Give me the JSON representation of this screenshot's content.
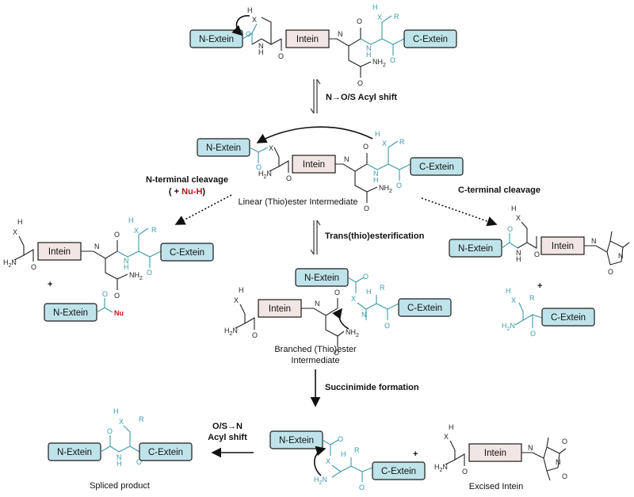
{
  "labels": {
    "n_extein": "N-Extein",
    "c_extein": "C-Extein",
    "intein": "Intein",
    "acyl_shift": "N→O/S Acyl shift",
    "linear_intermediate": "Linear (Thio)ester Intermediate",
    "n_terminal_cleavage": "N-terminal cleavage",
    "nu_prefix": "( + ",
    "nu_h": "Nu-H",
    "nu_suffix": ")",
    "nu": "Nu",
    "c_terminal_cleavage": "C-terminal cleavage",
    "transesterification": "Trans(thio)esterification",
    "branched_line1": "Branched (Thio)ester",
    "branched_line2": "Intermediate",
    "succinimide": "Succinimide formation",
    "os_n_line1": "O/S→N",
    "os_n_line2": "Acyl shift",
    "spliced_product": "Spliced product",
    "excised_intein": "Excised Intein",
    "plus": "+"
  },
  "atoms": {
    "n": "N",
    "h": "H",
    "x": "X",
    "r": "R",
    "o": "O",
    "nh2": "NH",
    "two": "2",
    "h2n": "H",
    "h2n_n": "N"
  },
  "colors": {
    "extein_fill": "#bfe3ea",
    "intein_fill": "#f1e6e3",
    "teal_bond": "#3d9aa8",
    "nu_red": "#c0141b"
  }
}
